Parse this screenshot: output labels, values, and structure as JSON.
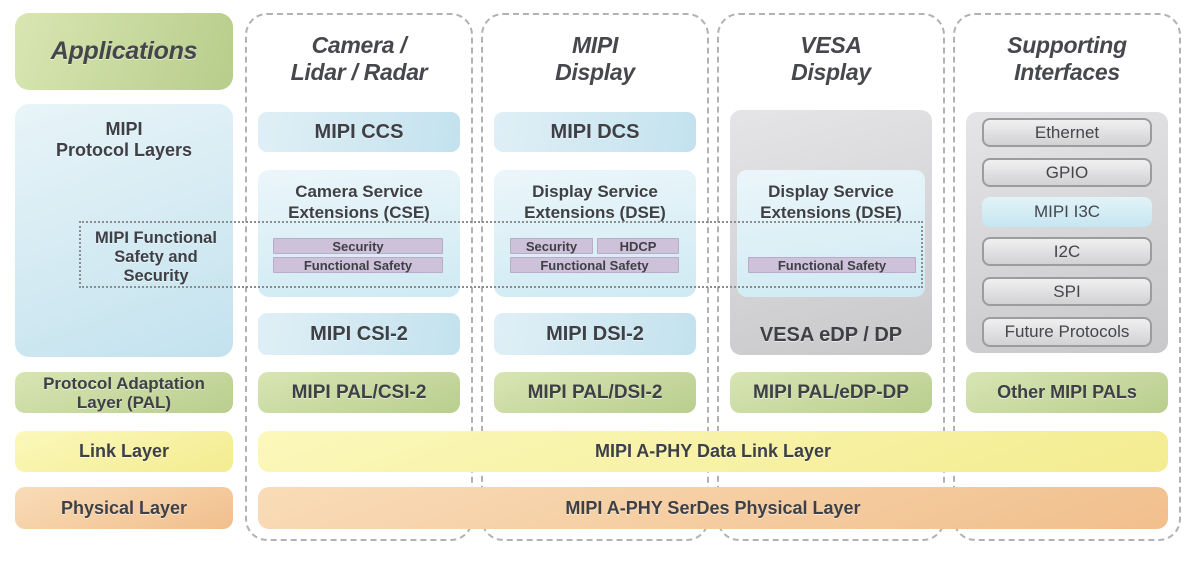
{
  "title": "MIPI A-PHY protocol stack block diagram",
  "left_column": {
    "applications_label": "Applications",
    "protocol_layers_lines": [
      "MIPI",
      "Protocol Layers"
    ],
    "functional_safety_lines": [
      "MIPI Functional",
      "Safety and",
      "Security"
    ],
    "pal_lines": [
      "Protocol Adaptation",
      "Layer (PAL)"
    ],
    "link_label": "Link Layer",
    "physical_label": "Physical Layer"
  },
  "columns": [
    {
      "header_lines": [
        "Camera /",
        "Lidar / Radar"
      ],
      "top_box": "MIPI CCS",
      "service_box_lines": [
        "Camera Service",
        "Extensions (CSE)"
      ],
      "security_bar": "Security",
      "functional_safety_bar": "Functional Safety",
      "protocol_box": "MIPI CSI-2",
      "pal_box": "MIPI PAL/CSI-2"
    },
    {
      "header_lines": [
        "MIPI",
        "Display"
      ],
      "top_box": "MIPI DCS",
      "service_box_lines": [
        "Display Service",
        "Extensions (DSE)"
      ],
      "security_bar": "Security",
      "hdcp_bar": "HDCP",
      "functional_safety_bar": "Functional Safety",
      "protocol_box": "MIPI DSI-2",
      "pal_box": "MIPI PAL/DSI-2"
    },
    {
      "header_lines": [
        "VESA",
        "Display"
      ],
      "service_box_lines": [
        "Display Service",
        "Extensions (DSE)"
      ],
      "functional_safety_bar": "Functional Safety",
      "protocol_box": "VESA eDP / DP",
      "pal_box": "MIPI PAL/eDP-DP"
    },
    {
      "header_lines": [
        "Supporting",
        "Interfaces"
      ],
      "pills": [
        "Ethernet",
        "GPIO",
        "MIPI I3C",
        "I2C",
        "SPI",
        "Future Protocols"
      ],
      "pal_box": "Other MIPI PALs"
    }
  ],
  "spanning_layers": {
    "data_link": "MIPI A-PHY Data Link Layer",
    "physical": "MIPI A-PHY SerDes Physical Layer"
  },
  "palette": {
    "green": "#b9ce8e",
    "green_light": "#d9e6b2",
    "blue": "#c3e2ee",
    "blue_light": "#ebf6fa",
    "purple": "#cec2da",
    "yellow": "#f3ec90",
    "orange": "#f1bf8c",
    "gray": "#c8c8ca",
    "text": "#3e4046",
    "dashed_border": "#b2b2b4",
    "dotted_border": "#8d8d8f"
  }
}
